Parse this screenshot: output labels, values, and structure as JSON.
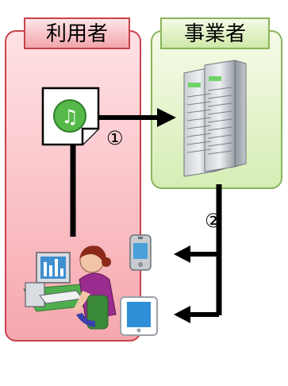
{
  "user_label": "利用者",
  "business_label": "事業者",
  "step_1": "①",
  "step_2": "②",
  "colors": {
    "user_border": "#c8434b",
    "user_fill": "#f8b9bf",
    "business_border": "#8ab45a",
    "business_fill": "#e2f2c9",
    "arrow": "#000000",
    "music_badge": "#54b948"
  },
  "icons": [
    "music-file-icon",
    "server-icon",
    "mobile-phone-icon",
    "tablet-icon",
    "computer-user-icon"
  ]
}
